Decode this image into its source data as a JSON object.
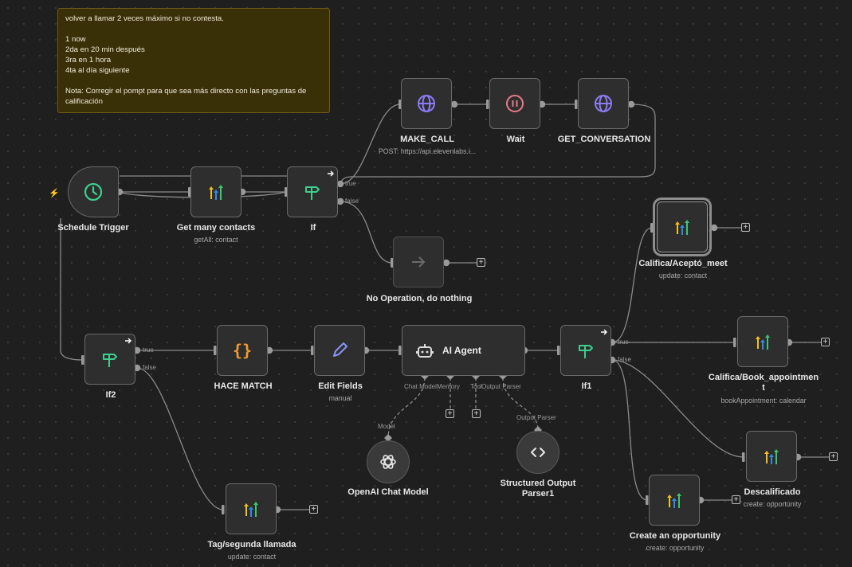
{
  "sticky_note": {
    "lines": [
      "volver a llamar 2 veces máximo si no contesta.",
      "",
      "1 now",
      "2da en 20 min después",
      "3ra en 1 hora",
      "4ta al día siguiente",
      "",
      "Nota: Corregir el pompt para que sea más directo con las preguntas de calificación"
    ]
  },
  "nodes": {
    "schedule_trigger": {
      "label": "Schedule Trigger"
    },
    "get_many_contacts": {
      "label": "Get many contacts",
      "subtitle": "getAll: contact"
    },
    "if": {
      "label": "If",
      "true_label": "true",
      "false_label": "false"
    },
    "make_call": {
      "label": "MAKE_CALL",
      "subtitle": "POST: https://api.elevenlabs.i..."
    },
    "wait": {
      "label": "Wait"
    },
    "get_conversation": {
      "label": "GET_CONVERSATION"
    },
    "no_operation": {
      "label": "No Operation, do nothing"
    },
    "califica_acepto": {
      "label": "Califica/Aceptó_meet",
      "subtitle": "update: contact"
    },
    "if2": {
      "label": "If2",
      "true_label": "true",
      "false_label": "false"
    },
    "hace_match": {
      "label": "HACE MATCH"
    },
    "edit_fields": {
      "label": "Edit Fields",
      "subtitle": "manual"
    },
    "ai_agent": {
      "label": "AI Agent",
      "port_chat_model": "Chat Model",
      "port_memory": "Memory",
      "port_tool": "Tool",
      "port_output_parser": "Output Parser"
    },
    "if1": {
      "label": "If1",
      "true_label": "true",
      "false_label": "false"
    },
    "califica_book": {
      "label": "Califica/Book_appointment",
      "subtitle": "bookAppointment: calendar"
    },
    "descalificado": {
      "label": "Descalificado",
      "subtitle": "create: opportunity"
    },
    "create_opportunity": {
      "label": "Create an opportunity",
      "subtitle": "create: opportunity"
    },
    "openai_chat_model": {
      "label": "OpenAI Chat Model",
      "port_label": "Model"
    },
    "structured_output_parser": {
      "label": "Structured Output Parser1",
      "port_label": "Output Parser"
    },
    "tag_segunda": {
      "label": "Tag/segunda llamada",
      "subtitle": "update: contact"
    }
  },
  "add_symbol": "+",
  "colors": {
    "background": "#1f1f1f",
    "node_fill": "#2e2e2e",
    "node_border": "#6a6a6a",
    "edge": "#8a8a8a",
    "trigger_green": "#3fcf8e",
    "if_green": "#3ecf8e",
    "http_purple": "#8b7cf6",
    "wait_pink": "#e87a8a",
    "code_orange": "#f09c2e",
    "edit_blue": "#8a95f5",
    "sticky_bg": "#3a3008",
    "warning_red": "#e05555"
  }
}
